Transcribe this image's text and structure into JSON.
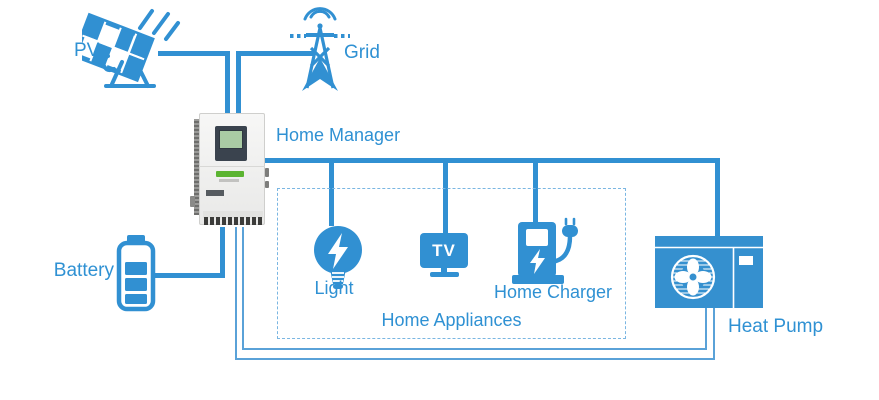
{
  "diagram": {
    "type": "home-energy-flow-diagram",
    "accent_color": "#3190d2",
    "label_color": "#2f91d3",
    "thin_line_color": "#5aa2d8",
    "dashed_border_color": "#7ab6e2",
    "inverter_screen_color": "#3a434e",
    "inverter_lcd_color": "#a9cba4",
    "inverter_logo_color": "#5bb431",
    "labels": {
      "pv": "PV",
      "grid": "Grid",
      "home_manager": "Home Manager",
      "battery": "Battery",
      "light": "Light",
      "tv": "TV",
      "home_charger": "Home Charger",
      "home_appliances": "Home Appliances",
      "heat_pump": "Heat Pump"
    },
    "groups": [
      {
        "name": "Home Appliances",
        "members": [
          "Light",
          "TV",
          "Home Charger"
        ]
      }
    ],
    "battery_level_bars": 3,
    "connections": [
      {
        "from": "PV",
        "to": "Home Manager",
        "style": "solid"
      },
      {
        "from": "Grid",
        "to": "Home Manager",
        "style": "solid"
      },
      {
        "from": "Battery",
        "to": "Home Manager",
        "style": "solid"
      },
      {
        "from": "Home Manager",
        "to": "Light",
        "style": "solid"
      },
      {
        "from": "Home Manager",
        "to": "TV",
        "style": "solid"
      },
      {
        "from": "Home Manager",
        "to": "Home Charger",
        "style": "solid"
      },
      {
        "from": "Home Manager",
        "to": "Heat Pump",
        "style": "solid"
      },
      {
        "from": "Home Manager",
        "to": "Heat Pump",
        "style": "thin-double-loop-bottom"
      }
    ]
  }
}
